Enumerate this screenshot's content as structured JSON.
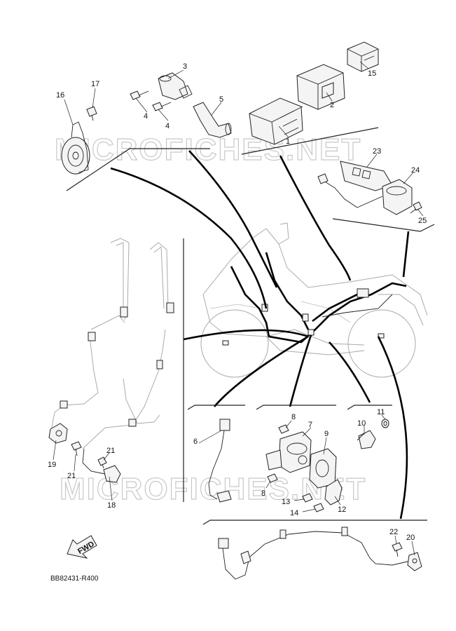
{
  "watermark": "MICROFICHES.NET",
  "diagram_code": "BB82431-R400",
  "fwd_label": "FWD",
  "callouts": {
    "p1": "1",
    "p2": "2",
    "p3": "3",
    "p4a": "4",
    "p4b": "4",
    "p5": "5",
    "p6": "6",
    "p7": "7",
    "p8a": "8",
    "p8b": "8",
    "p9": "9",
    "p10": "10",
    "p11": "11",
    "p12": "12",
    "p13": "13",
    "p14": "14",
    "p15": "15",
    "p16": "16",
    "p17": "17",
    "p18": "18",
    "p19": "19",
    "p20": "20",
    "p21a": "21",
    "p21b": "21",
    "p22": "22",
    "p23": "23",
    "p24": "24",
    "p25": "25"
  }
}
